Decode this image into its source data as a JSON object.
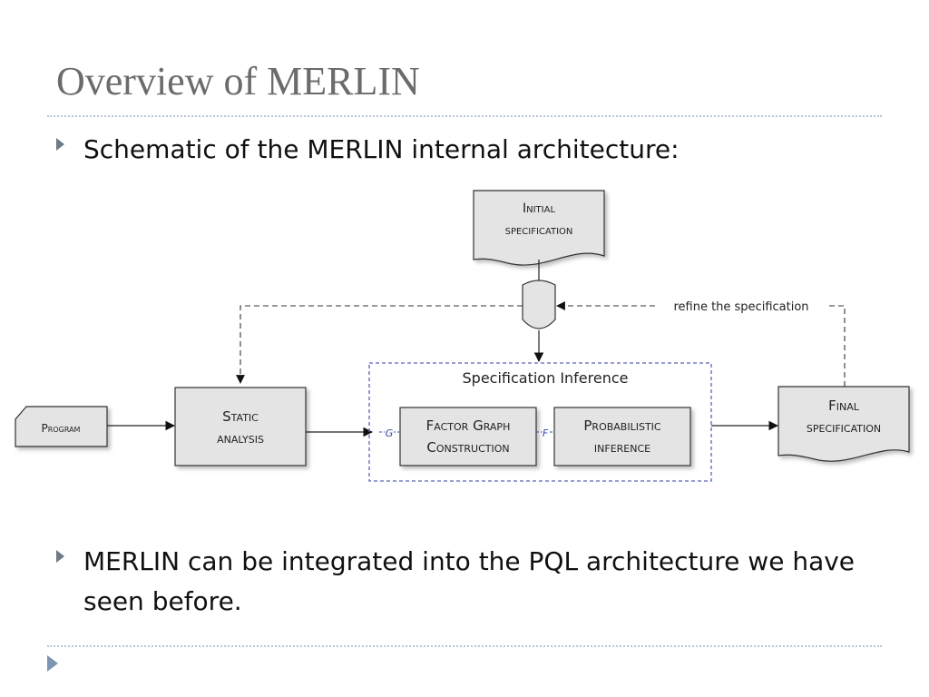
{
  "slide": {
    "title": "Overview of MERLIN",
    "bullets": [
      {
        "text": "Schematic of the MERLIN internal architecture:"
      },
      {
        "text": "MERLIN can be integrated into the PQL architecture we have seen before."
      }
    ]
  },
  "diagram": {
    "initial_spec": {
      "line1": "Initial",
      "line2": "specification"
    },
    "final_spec": {
      "line1": "Final",
      "line2": "specification"
    },
    "program": "Program",
    "static_analysis": {
      "line1": "Static",
      "line2": "analysis"
    },
    "inference_group_title": "Specification Inference",
    "factor_graph": {
      "line1": "Factor Graph",
      "line2": "Construction"
    },
    "probabilistic": {
      "line1": "Probabilistic",
      "line2": "inference"
    },
    "refine_label": "refine the specification",
    "edge_g": "G",
    "edge_f": "F"
  },
  "colors": {
    "title": "#6b6b6b",
    "box_fill": "#e4e4e4",
    "group_border": "#5b63b7",
    "edge_label": "#3b4aa0",
    "bullet_marker": "#6e7a86",
    "divider": "#b9c6d3"
  }
}
